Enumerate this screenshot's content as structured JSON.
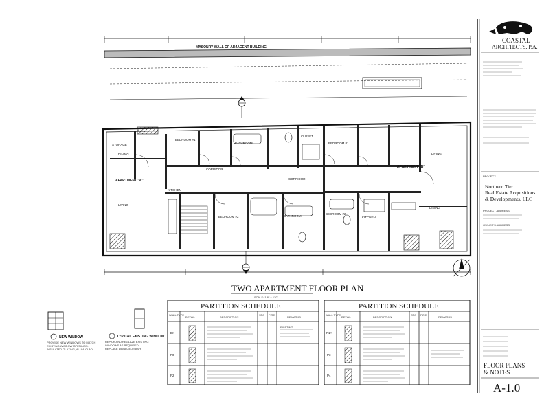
{
  "plan": {
    "masonry_label": "MASONRY WALL OF ADJACENT BUILDING",
    "rooms": {
      "apt_a": "APARTMENT \"A\"",
      "apt_b": "APARTMENT \"B\"",
      "living_a": "LIVING",
      "dining_a": "DINING",
      "storage": "STORAGE",
      "kitchen_a": "KITCHEN",
      "bedroom1_a": "BEDROOM #1",
      "bedroom2_a": "BEDROOM #2",
      "bath_a": "BATHROOM",
      "corridor_a": "CORRIDOR",
      "corridor_b": "CORRIDOR",
      "bedroom1_b": "BEDROOM #1",
      "bedroom2_b": "BEDROOM #2",
      "bath_b": "BATHROOM",
      "kitchen_b": "KITCHEN",
      "living_b": "LIVING",
      "dining_b": "DINING",
      "closet": "CLOSET"
    },
    "title": "TWO APARTMENT FLOOR PLAN",
    "scale": "SCALE: 1/8\" = 1'-0\""
  },
  "legend": {
    "new_window": "NEW WINDOW",
    "typical_existing_window": "TYPICAL EXISTING WINDOW"
  },
  "schedule_left": {
    "title": "PARTITION SCHEDULE",
    "headers": [
      "WALL TYPE",
      "DETAIL",
      "DESCRIPTION",
      "STC",
      "FIRE",
      "REMARKS"
    ],
    "rows": [
      {
        "type": "EX",
        "remarks": "EXISTING"
      },
      {
        "type": "P0",
        "remarks": ""
      },
      {
        "type": "P2",
        "remarks": ""
      }
    ]
  },
  "schedule_right": {
    "title": "PARTITION SCHEDULE",
    "headers": [
      "WALL TYPE",
      "DETAIL",
      "DESCRIPTION",
      "STC",
      "FIRE",
      "REMARKS"
    ],
    "rows": [
      {
        "type": "P1A",
        "remarks": ""
      },
      {
        "type": "P3",
        "remarks": ""
      },
      {
        "type": "P4",
        "remarks": ""
      }
    ]
  },
  "title_block": {
    "firm_name": "COASTAL",
    "firm_name2": "ARCHITECTS, P.A.",
    "project_label": "PROJECT:",
    "client_line1": "Northern Tier",
    "client_line2": "Real Estate Acquisitions",
    "client_line3": "& Developments, LLC",
    "project_address_label": "PROJECT ADDRESS:",
    "owner_address_label": "OWNER'S ADDRESS:",
    "sheet_title_line1": "FLOOR PLANS",
    "sheet_title_line2": "& NOTES",
    "sheet_number": "A-1.0"
  }
}
